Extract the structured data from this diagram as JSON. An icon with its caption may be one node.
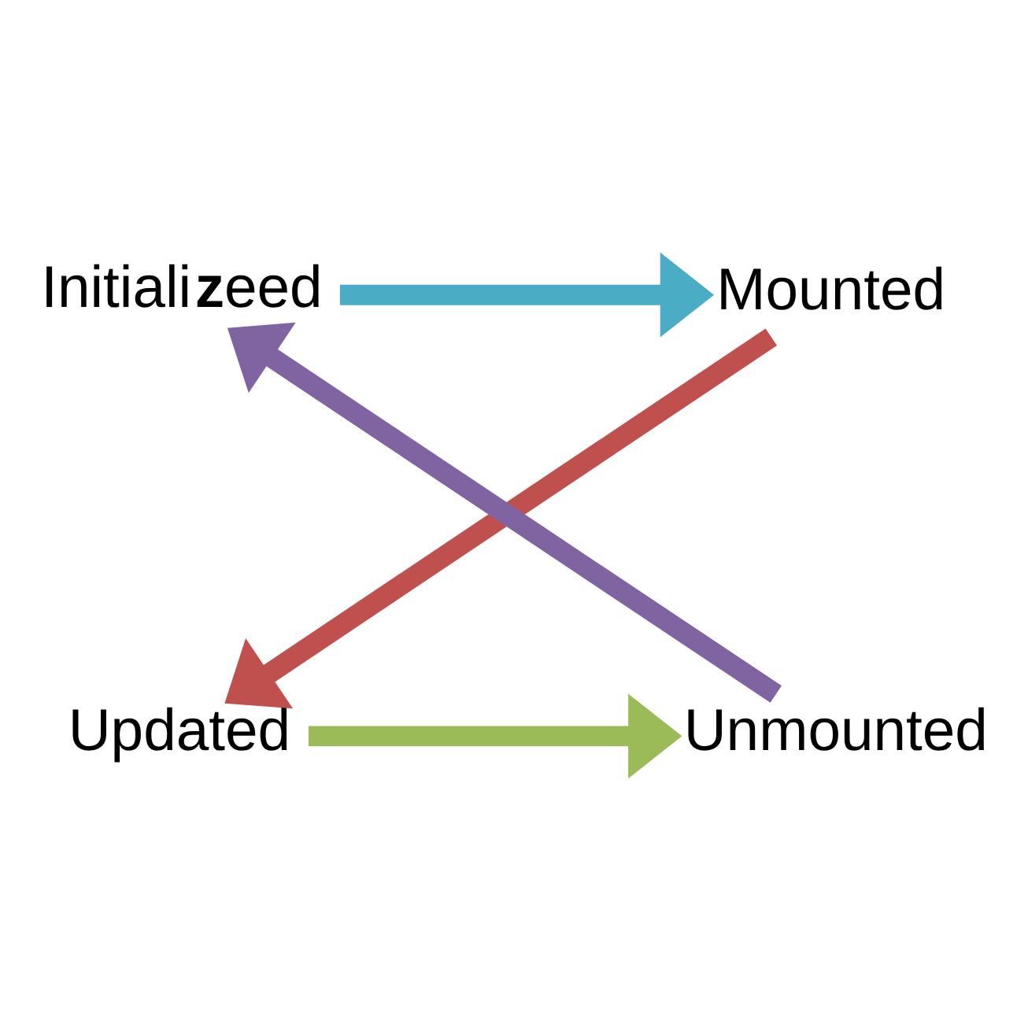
{
  "diagram": {
    "nodes": [
      {
        "text": [
          "Initiali**z**eed"
        ]
      },
      {
        "text": [
          "Mounted"
        ]
      },
      {
        "text": [
          "Unmounted"
        ]
      },
      {
        "text": [
          "Updated"
        ]
      }
    ],
    "edges": [
      {
        "from": 0,
        "to": 1,
        "arrow": "to",
        "color": "#4bacc6"
      },
      {
        "from": 1,
        "to": 3,
        "arrow": "to",
        "color": "#c0504d"
      },
      {
        "from": 3,
        "to": 2,
        "arrow": "to",
        "color": "#9bbb59"
      },
      {
        "from": 2,
        "to": 0,
        "arrow": "to",
        "color": "#8064a2"
      }
    ]
  }
}
